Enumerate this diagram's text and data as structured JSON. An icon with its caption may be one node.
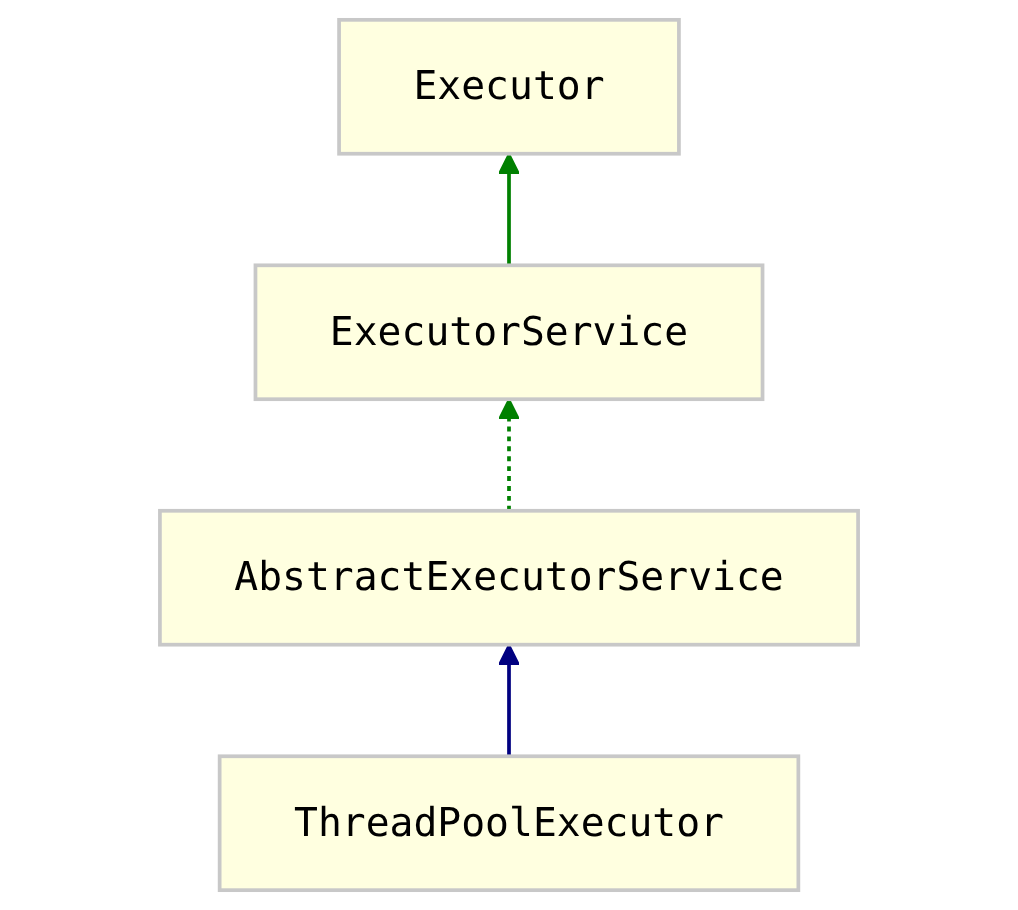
{
  "diagram": {
    "nodes": [
      {
        "text": [
          "Executor"
        ]
      },
      {
        "text": [
          "ExecutorService"
        ]
      },
      {
        "text": [
          "AbstractExecutorService"
        ]
      },
      {
        "text": [
          "ThreadPoolExecutor"
        ]
      }
    ],
    "edges": [
      {
        "from": 1,
        "to": 0,
        "arrow": "to"
      },
      {
        "from": 2,
        "to": 1,
        "arrow": "to",
        "style": "dashed"
      },
      {
        "from": 3,
        "to": 2,
        "arrow": "to",
        "color": "#000080"
      }
    ]
  }
}
